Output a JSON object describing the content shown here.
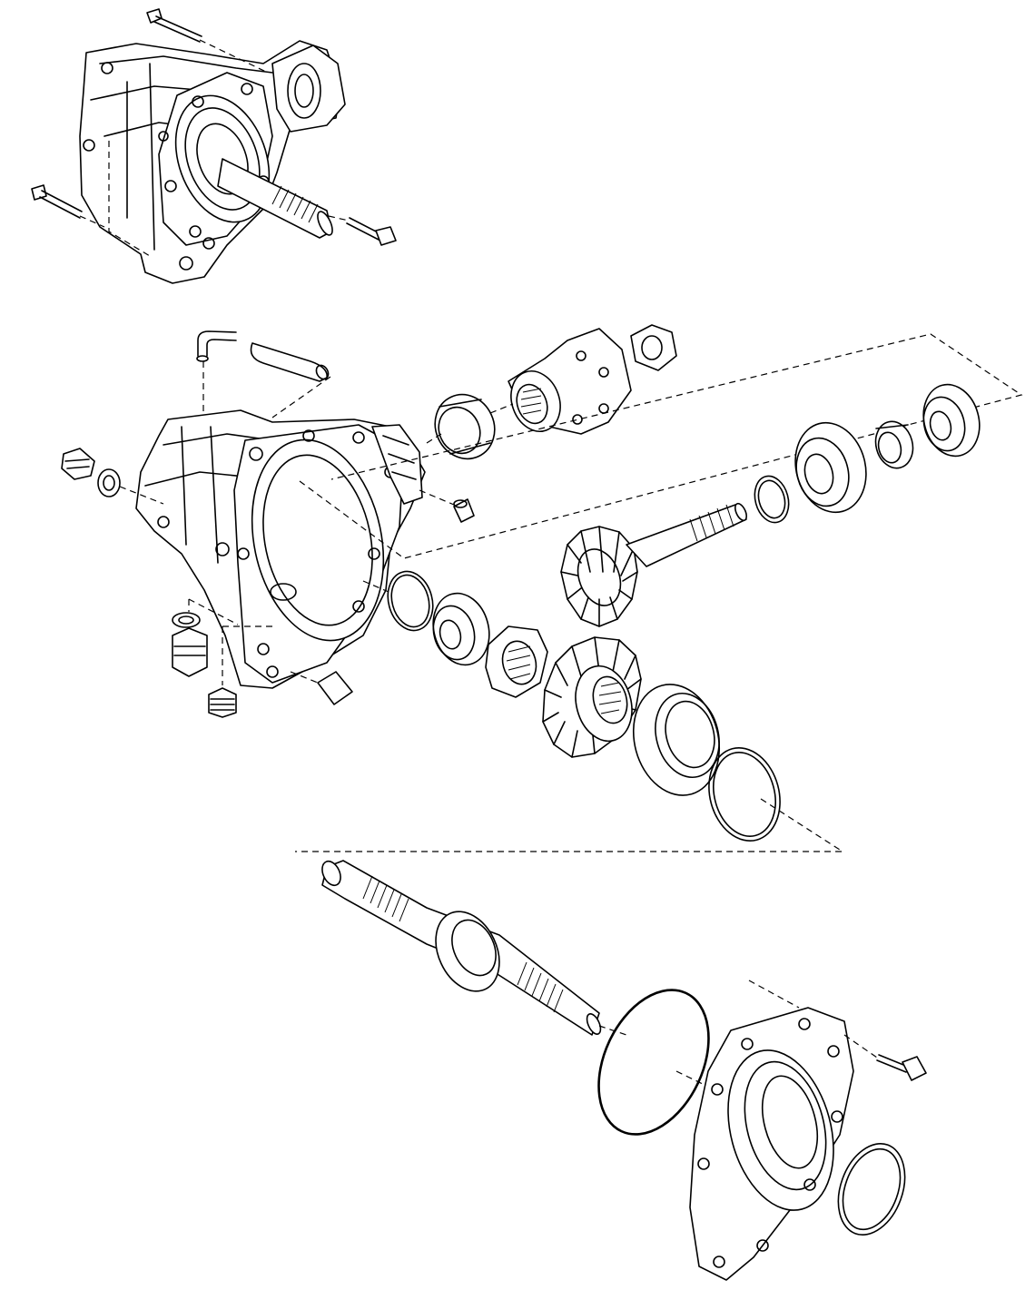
{
  "diagram": {
    "kind": "exploded-parts-view",
    "line_color": "#000000",
    "background_color": "#ffffff",
    "parts": [
      "assembled-transfer-case",
      "mounting-bolt",
      "breather-pipe",
      "breather-hose",
      "transfer-case-housing",
      "oil-seal",
      "companion-flange",
      "flange-nut",
      "bearing",
      "bearing-spacer",
      "drive-pinion",
      "snap-ring",
      "lock-nut",
      "ring-gear",
      "dowel-pin",
      "drain-plug",
      "filler-plug",
      "gasket",
      "input-shaft",
      "o-ring",
      "end-cover"
    ]
  }
}
